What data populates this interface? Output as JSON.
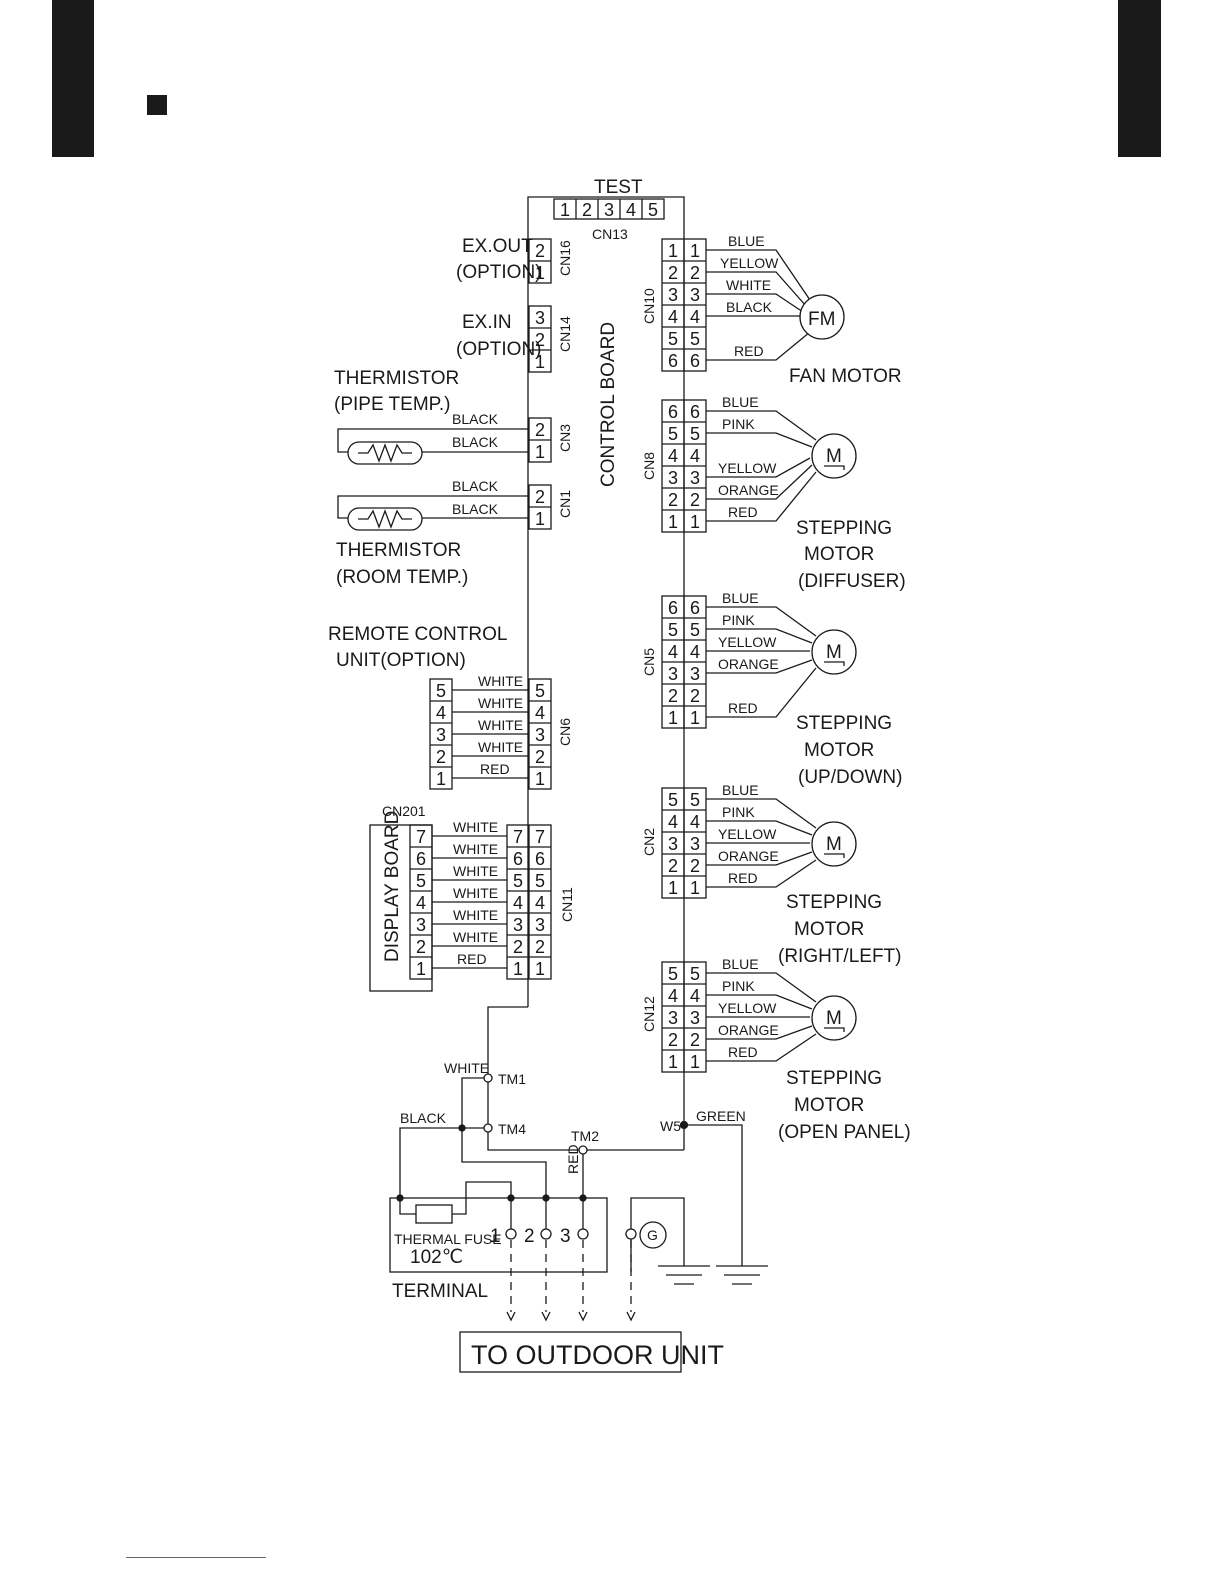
{
  "header": {
    "section_marker": "square-bullet"
  },
  "board": {
    "name": "CONTROL BOARD",
    "test_label": "TEST",
    "test_connector": "CN13",
    "test_pins": [
      "1",
      "2",
      "3",
      "4",
      "5"
    ]
  },
  "left": {
    "ex_out": {
      "label1": "EX.OUT",
      "label2": "(OPTION)",
      "connector": "CN16",
      "pins": [
        "2",
        "1"
      ]
    },
    "ex_in": {
      "label1": "EX.IN",
      "label2": "(OPTION)",
      "connector": "CN14",
      "pins": [
        "3",
        "2",
        "1"
      ]
    },
    "therm_pipe": {
      "label1": "THERMISTOR",
      "label2": "(PIPE TEMP.)",
      "connector": "CN3",
      "pins": [
        "2",
        "1"
      ],
      "wires": [
        "BLACK",
        "BLACK"
      ]
    },
    "therm_room": {
      "label1": "THERMISTOR",
      "label2": "(ROOM TEMP.)",
      "connector": "CN1",
      "pins": [
        "2",
        "1"
      ],
      "wires": [
        "BLACK",
        "BLACK"
      ]
    },
    "remote": {
      "label1": "REMOTE CONTROL",
      "label2": "UNIT(OPTION)",
      "connector": "CN6",
      "pins": [
        "5",
        "4",
        "3",
        "2",
        "1"
      ],
      "wires": [
        "WHITE",
        "WHITE",
        "WHITE",
        "WHITE",
        "RED"
      ]
    },
    "display": {
      "label": "DISPLAY BOARD",
      "board_connector": "CN201",
      "connector": "CN11",
      "pins": [
        "7",
        "6",
        "5",
        "4",
        "3",
        "2",
        "1"
      ],
      "wires": [
        "WHITE",
        "WHITE",
        "WHITE",
        "WHITE",
        "WHITE",
        "WHITE",
        "RED"
      ]
    }
  },
  "right": {
    "fan": {
      "connector": "CN10",
      "pins": [
        "1",
        "2",
        "3",
        "4",
        "5",
        "6"
      ],
      "wires": [
        "BLUE",
        "YELLOW",
        "WHITE",
        "BLACK",
        "RED"
      ],
      "symbol": "FM",
      "label": "FAN MOTOR"
    },
    "cn8": {
      "connector": "CN8",
      "pins": [
        "6",
        "5",
        "4",
        "3",
        "2",
        "1"
      ],
      "wires": [
        "BLUE",
        "PINK",
        "YELLOW",
        "ORANGE",
        "RED"
      ],
      "symbol": "M",
      "label1": "STEPPING",
      "label2": "MOTOR",
      "label3": "(DIFFUSER)"
    },
    "cn5": {
      "connector": "CN5",
      "pins": [
        "6",
        "5",
        "4",
        "3",
        "2",
        "1"
      ],
      "wires": [
        "BLUE",
        "PINK",
        "YELLOW",
        "ORANGE",
        "RED"
      ],
      "symbol": "M",
      "label1": "STEPPING",
      "label2": "MOTOR",
      "label3": "(UP/DOWN)"
    },
    "cn2": {
      "connector": "CN2",
      "pins": [
        "5",
        "4",
        "3",
        "2",
        "1"
      ],
      "wires": [
        "BLUE",
        "PINK",
        "YELLOW",
        "ORANGE",
        "RED"
      ],
      "symbol": "M",
      "label1": "STEPPING",
      "label2": "MOTOR",
      "label3": "(RIGHT/LEFT)"
    },
    "cn12": {
      "connector": "CN12",
      "pins": [
        "5",
        "4",
        "3",
        "2",
        "1"
      ],
      "wires": [
        "BLUE",
        "PINK",
        "YELLOW",
        "ORANGE",
        "RED"
      ],
      "symbol": "M",
      "label1": "STEPPING",
      "label2": "MOTOR",
      "label3": "(OPEN PANEL)"
    }
  },
  "bottom": {
    "tm1": "TM1",
    "tm4": "TM4",
    "tm2": "TM2",
    "w5": "W5",
    "w_white": "WHITE",
    "w_black": "BLACK",
    "w_red": "RED",
    "w_green": "GREEN",
    "fuse1": "THERMAL FUSE",
    "fuse2": "102℃",
    "terminal": "TERMINAL",
    "term_pins": [
      "1",
      "2",
      "3"
    ],
    "ground": "G",
    "outdoor": "TO OUTDOOR UNIT"
  }
}
